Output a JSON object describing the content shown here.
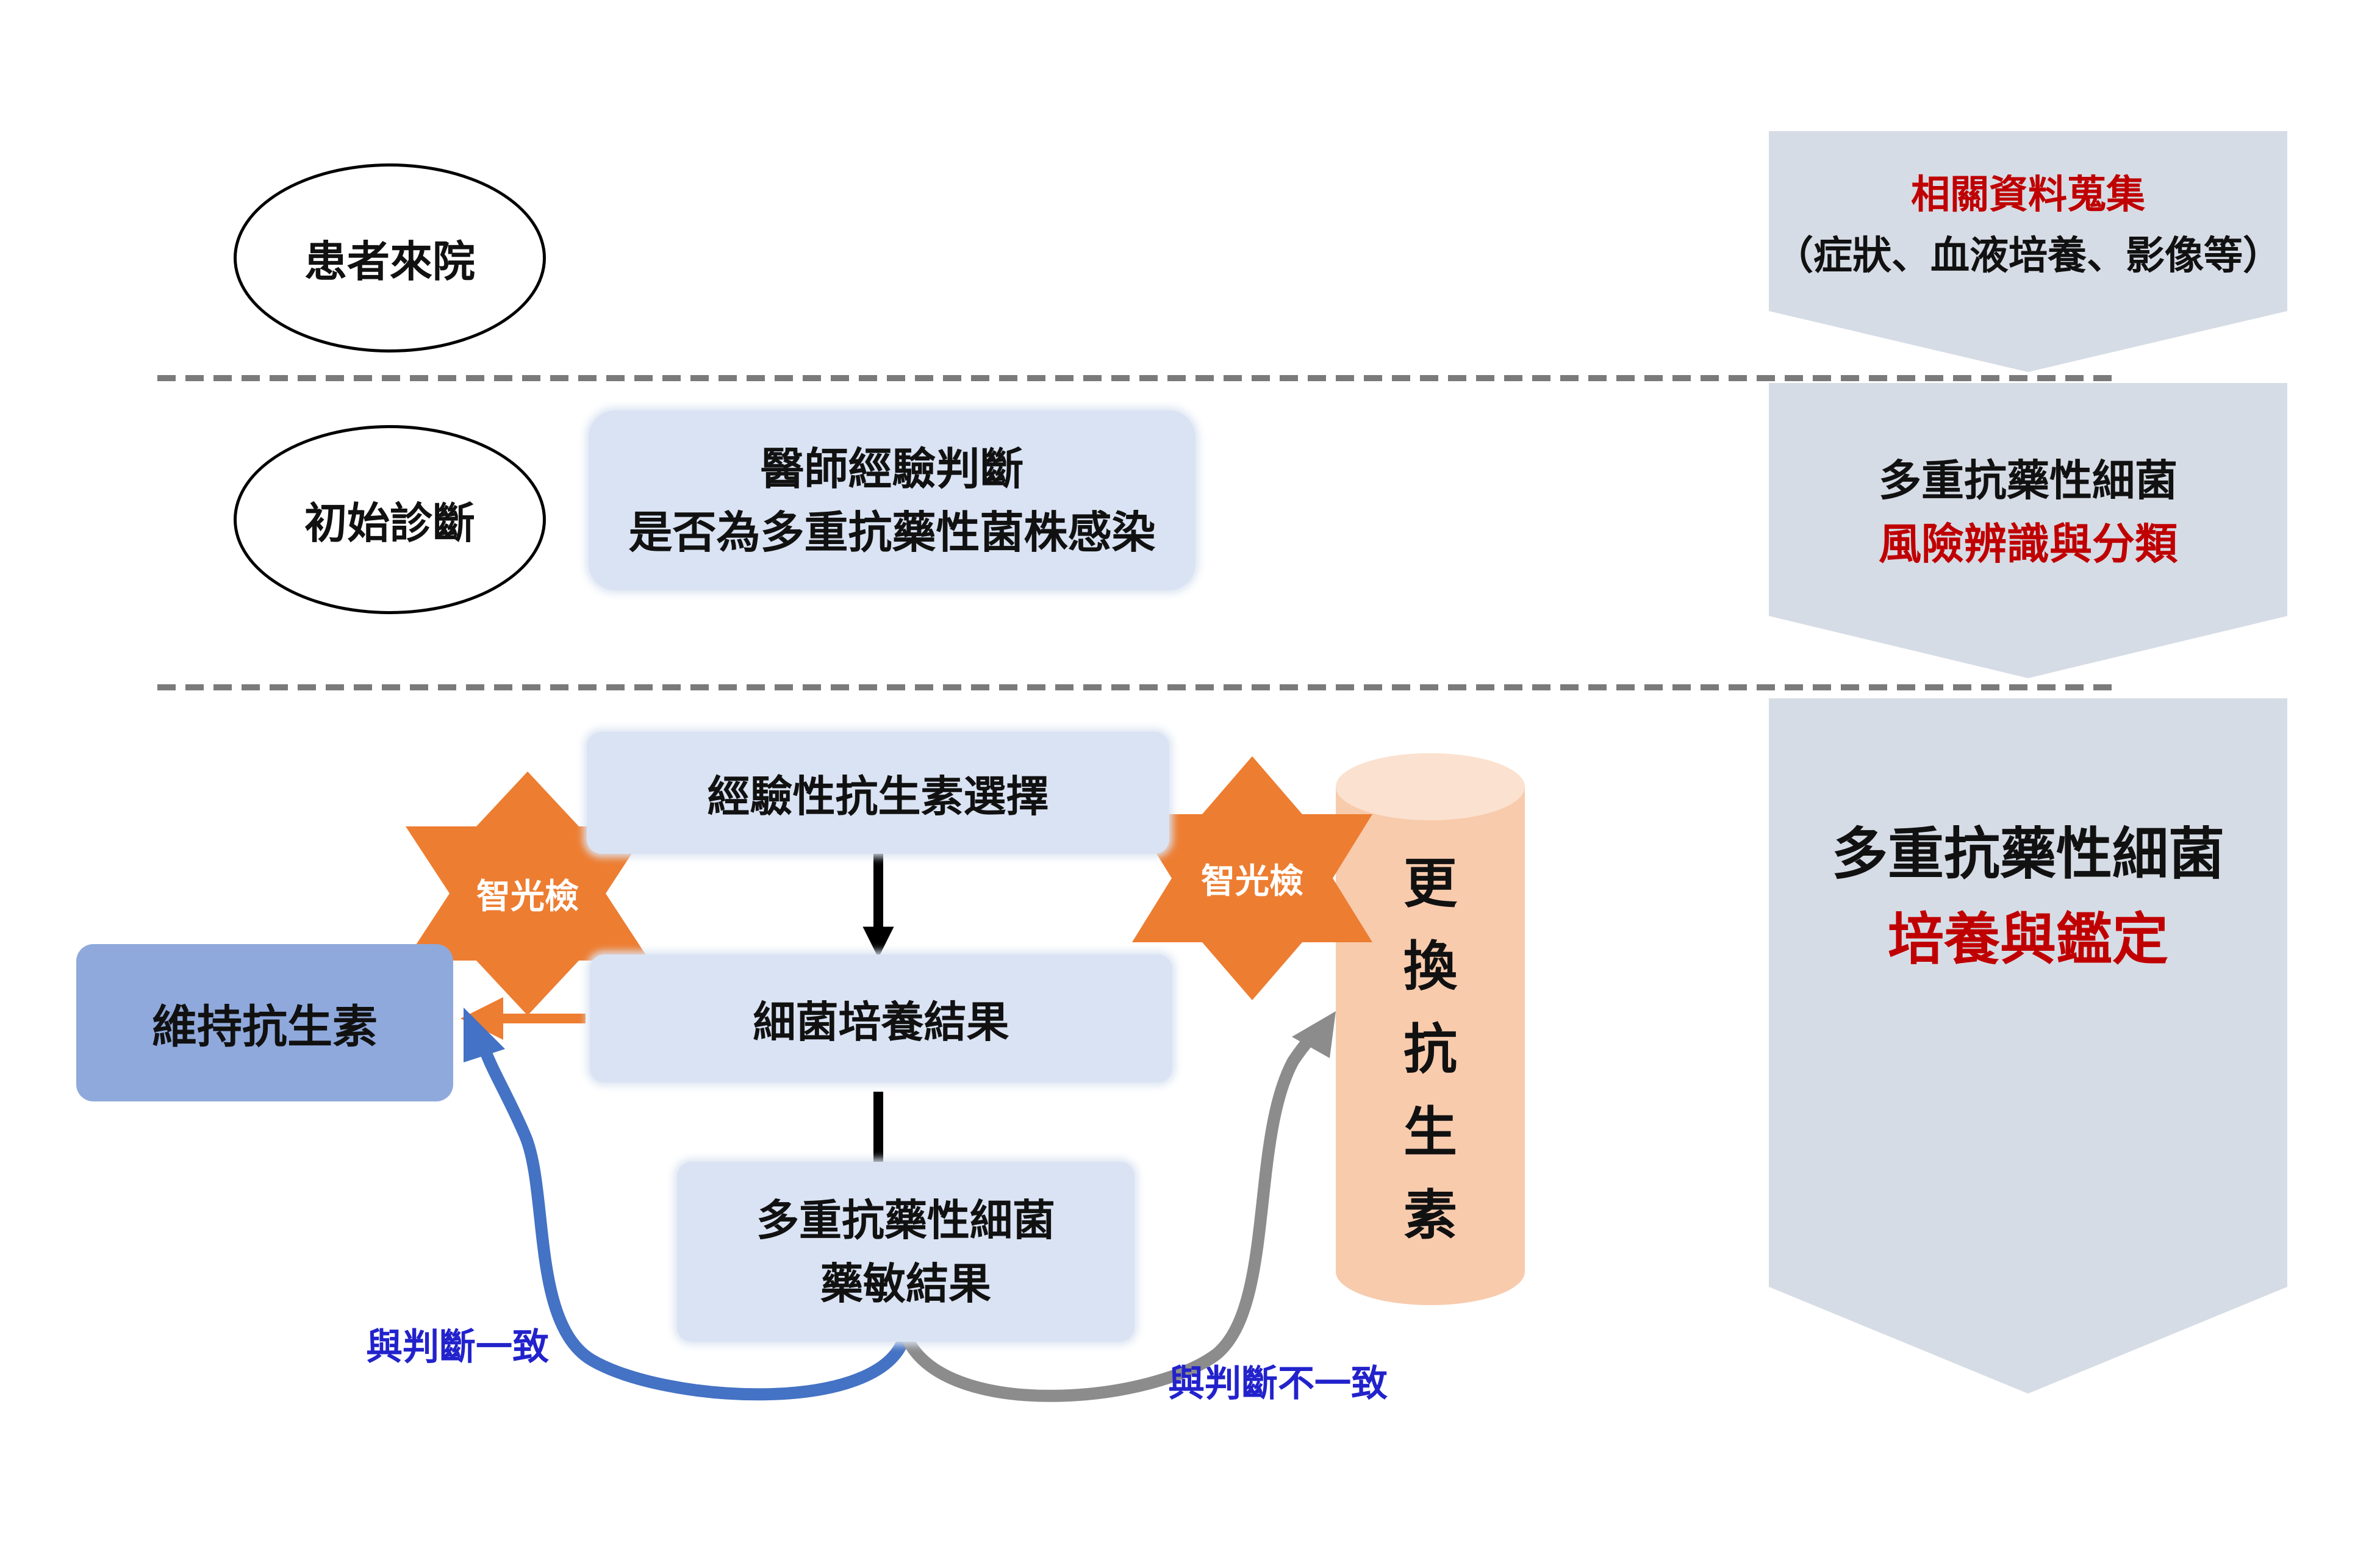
{
  "stages": {
    "arrival": {
      "label": "患者來院"
    },
    "diagnosis": {
      "label": "初始診斷"
    }
  },
  "boxes": {
    "physician_judgment": {
      "line1": "醫師經驗判斷",
      "line2": "是否為多重抗藥性菌株感染"
    },
    "empiric_choice": {
      "label": "經驗性抗生素選擇"
    },
    "culture_result": {
      "label": "細菌培養結果"
    },
    "susceptibility": {
      "line1": "多重抗藥性細菌",
      "line2": "藥敏結果"
    },
    "maintain": {
      "label": "維持抗生素"
    },
    "change": {
      "chars": [
        "更",
        "換",
        "抗",
        "生",
        "素"
      ]
    }
  },
  "stars": {
    "left": {
      "label": "智光檢"
    },
    "right": {
      "label": "智光檢"
    }
  },
  "edge_labels": {
    "consistent": "與判斷一致",
    "inconsistent": "與判斷不一致"
  },
  "side_steps": [
    {
      "line1": "相關資料蒐集",
      "line2": "（症狀、血液培養、影像等）"
    },
    {
      "line1": "多重抗藥性細菌",
      "line2": "風險辨識與分類"
    },
    {
      "line1": "多重抗藥性細菌",
      "line2": "培養與鑑定"
    }
  ],
  "colors": {
    "box_fill": "#dae3f3",
    "maintain_fill": "#8fa9dc",
    "cylinder_fill": "#f8cbad",
    "star_fill": "#ed7d31",
    "chevron_fill": "#d6dce5",
    "consistent_arrow": "#4472c4",
    "inconsistent_arrow": "#8c8c8c",
    "accent_red": "#c00000",
    "label_blue": "#2222cc"
  }
}
